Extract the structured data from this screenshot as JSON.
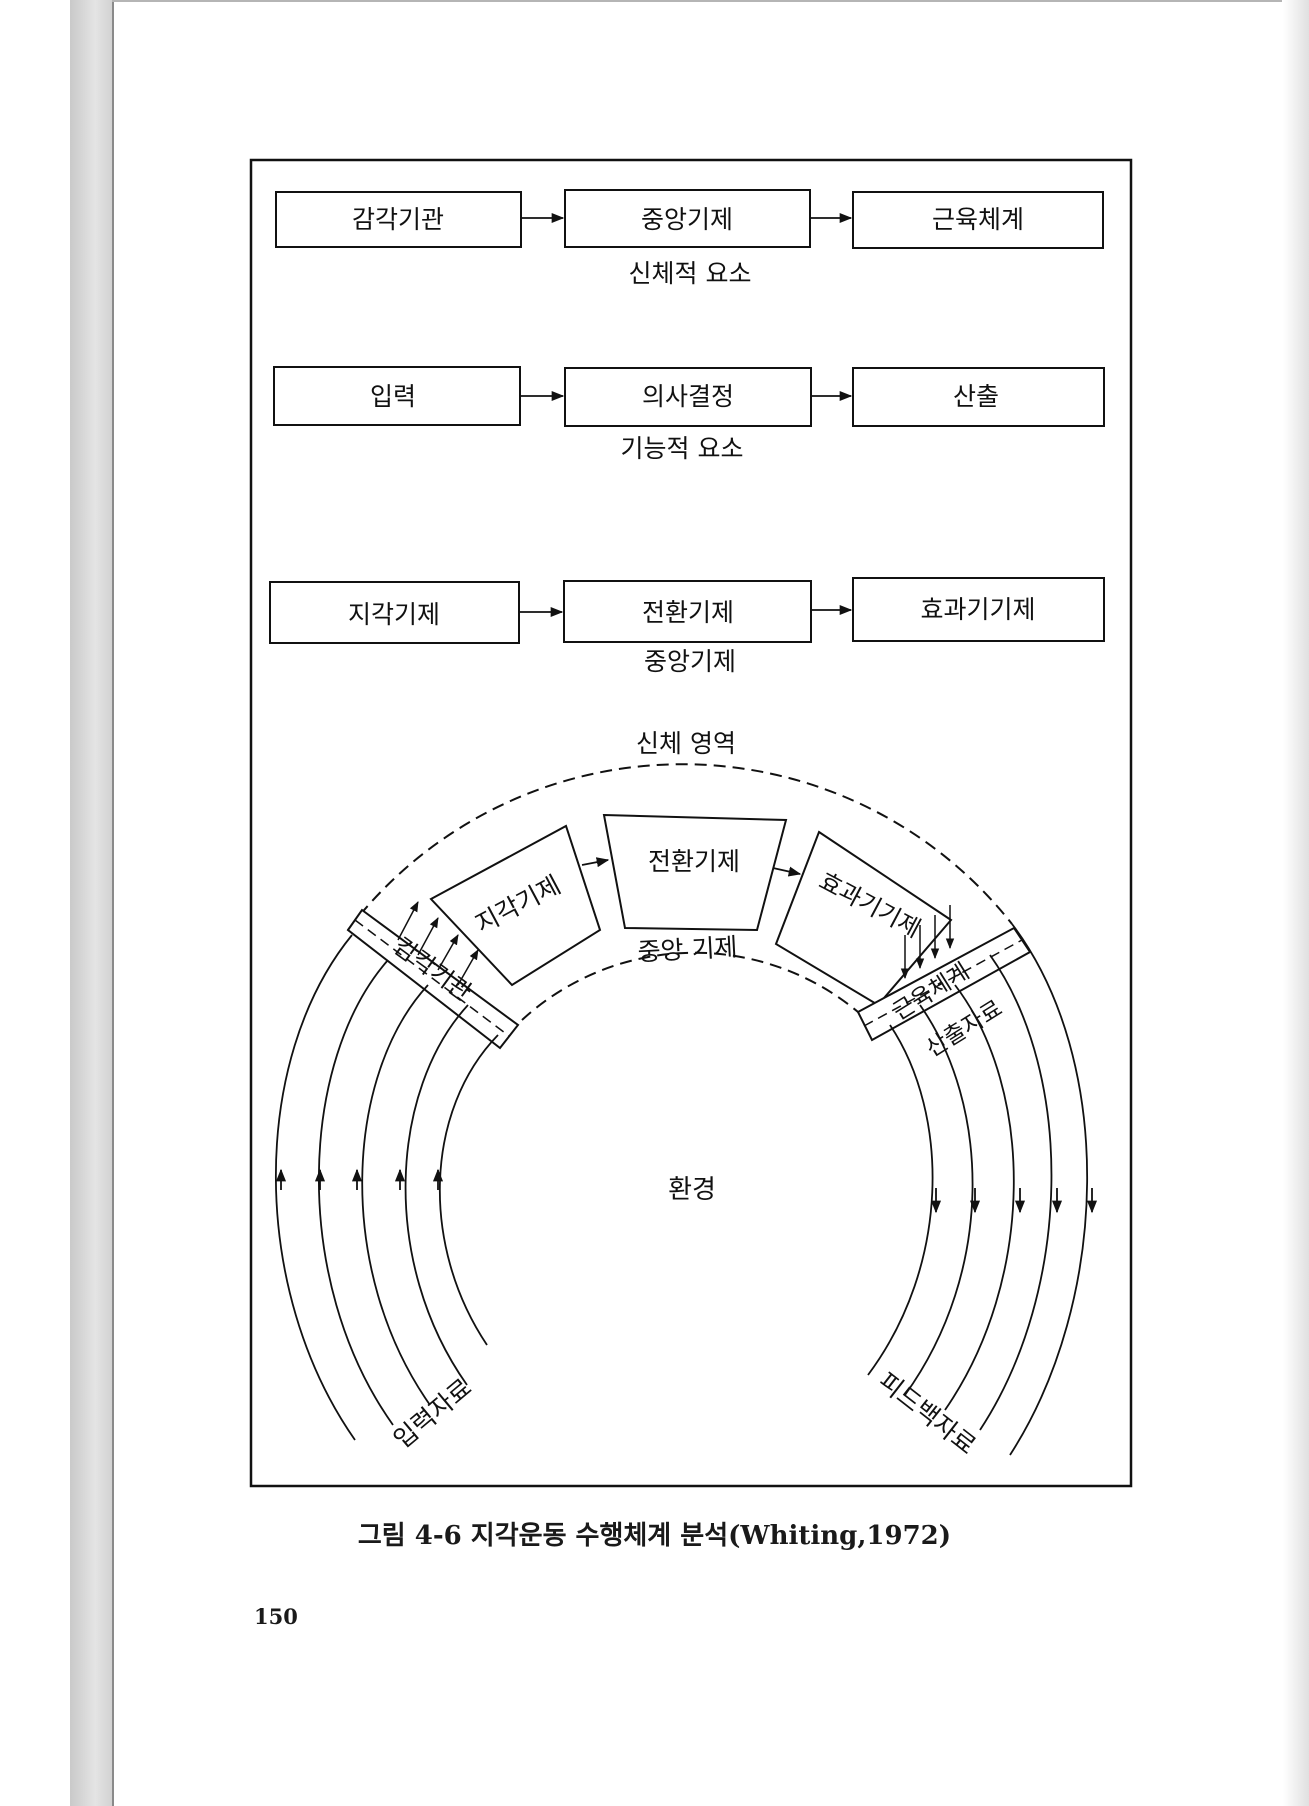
{
  "rows": [
    {
      "boxes": [
        "감각기관",
        "중앙기제",
        "근육체계"
      ],
      "label": "신체적 요소"
    },
    {
      "boxes": [
        "입력",
        "의사결정",
        "산출"
      ],
      "label": "기능적 요소"
    },
    {
      "boxes": [
        "지각기제",
        "전환기제",
        "효과기기제"
      ],
      "label": "중앙기제"
    }
  ],
  "circular": {
    "outer_label": "신체 영역",
    "center_label": "중앙 기제",
    "segments": [
      "지각기제",
      "전환기제",
      "효과기기제"
    ],
    "left_band": "감각기관",
    "right_band_top": "근육체계",
    "right_band_bottom": "산출자료",
    "environment": "환경",
    "input_label": "입력자료",
    "feedback_label": "피드백자료"
  },
  "caption": "그림 4-6 지각운동 수행체계 분석(Whiting,1972)",
  "page_number": "150"
}
